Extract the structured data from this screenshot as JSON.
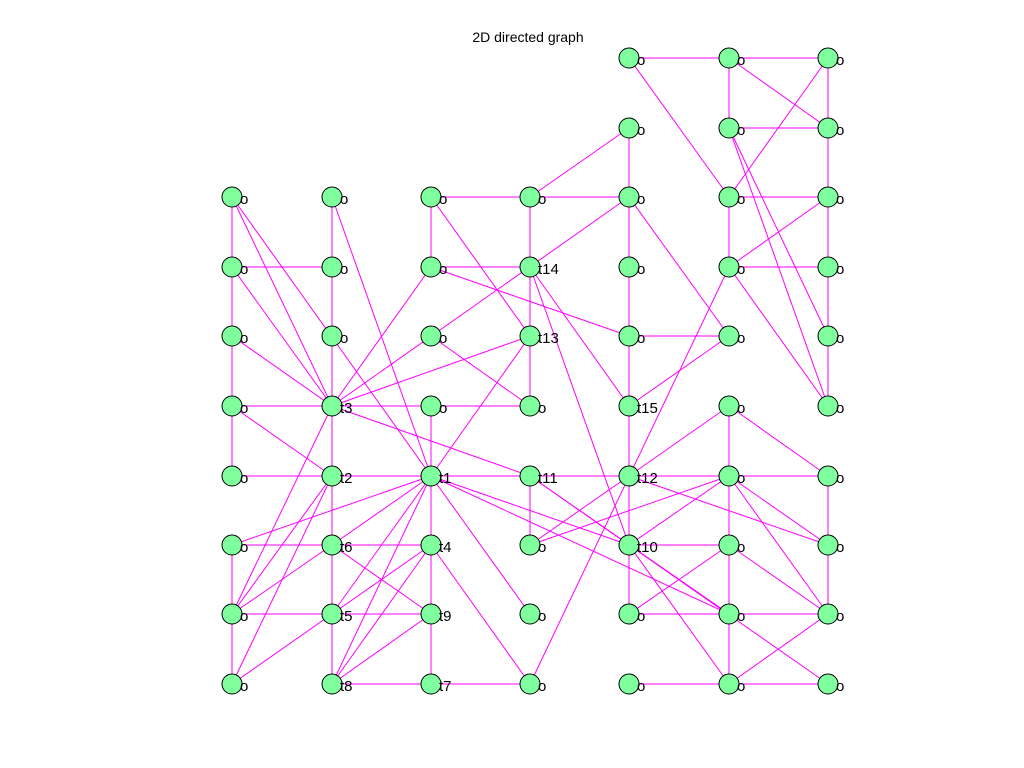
{
  "title": "2D directed graph",
  "colors": {
    "node_fill": "#80ff9f",
    "node_stroke": "#000000",
    "edge": "#ff00ff"
  },
  "nodes": [
    {
      "id": "r0c4",
      "label": "o"
    },
    {
      "id": "r0c5",
      "label": "o"
    },
    {
      "id": "r0c6",
      "label": "o"
    },
    {
      "id": "r1c4",
      "label": "o"
    },
    {
      "id": "r1c5",
      "label": "o"
    },
    {
      "id": "r1c6",
      "label": "o"
    },
    {
      "id": "r2c0",
      "label": "o"
    },
    {
      "id": "r2c1",
      "label": "o"
    },
    {
      "id": "r2c2",
      "label": "o"
    },
    {
      "id": "r2c3",
      "label": "o"
    },
    {
      "id": "r2c4",
      "label": "o"
    },
    {
      "id": "r2c5",
      "label": "o"
    },
    {
      "id": "r2c6",
      "label": "o"
    },
    {
      "id": "r3c0",
      "label": "o"
    },
    {
      "id": "r3c1",
      "label": "o"
    },
    {
      "id": "r3c2",
      "label": "o"
    },
    {
      "id": "r3c3",
      "label": "t14"
    },
    {
      "id": "r3c4",
      "label": "o"
    },
    {
      "id": "r3c5",
      "label": "o"
    },
    {
      "id": "r3c6",
      "label": "o"
    },
    {
      "id": "r4c0",
      "label": "o"
    },
    {
      "id": "r4c1",
      "label": "o"
    },
    {
      "id": "r4c2",
      "label": "o"
    },
    {
      "id": "r4c3",
      "label": "t13"
    },
    {
      "id": "r4c4",
      "label": "o"
    },
    {
      "id": "r4c5",
      "label": "o"
    },
    {
      "id": "r4c6",
      "label": "o"
    },
    {
      "id": "r5c0",
      "label": "o"
    },
    {
      "id": "r5c1",
      "label": "t3"
    },
    {
      "id": "r5c2",
      "label": "o"
    },
    {
      "id": "r5c3",
      "label": "o"
    },
    {
      "id": "r5c4",
      "label": "t15"
    },
    {
      "id": "r5c5",
      "label": "o"
    },
    {
      "id": "r5c6",
      "label": "o"
    },
    {
      "id": "r6c0",
      "label": "o"
    },
    {
      "id": "r6c1",
      "label": "t2"
    },
    {
      "id": "r6c2",
      "label": "t1"
    },
    {
      "id": "r6c3",
      "label": "t11"
    },
    {
      "id": "r6c4",
      "label": "t12"
    },
    {
      "id": "r6c5",
      "label": "o"
    },
    {
      "id": "r6c6",
      "label": "o"
    },
    {
      "id": "r7c0",
      "label": "o"
    },
    {
      "id": "r7c1",
      "label": "t6"
    },
    {
      "id": "r7c2",
      "label": "t4"
    },
    {
      "id": "r7c3",
      "label": "o"
    },
    {
      "id": "r7c4",
      "label": "t10"
    },
    {
      "id": "r7c5",
      "label": "o"
    },
    {
      "id": "r7c6",
      "label": "o"
    },
    {
      "id": "r8c0",
      "label": "o"
    },
    {
      "id": "r8c1",
      "label": "t5"
    },
    {
      "id": "r8c2",
      "label": "t9"
    },
    {
      "id": "r8c3",
      "label": "o"
    },
    {
      "id": "r8c4",
      "label": "o"
    },
    {
      "id": "r8c5",
      "label": "o"
    },
    {
      "id": "r8c6",
      "label": "o"
    },
    {
      "id": "r9c0",
      "label": "o"
    },
    {
      "id": "r9c1",
      "label": "t8"
    },
    {
      "id": "r9c2",
      "label": "t7"
    },
    {
      "id": "r9c3",
      "label": "o"
    },
    {
      "id": "r9c4",
      "label": "o"
    },
    {
      "id": "r9c5",
      "label": "o"
    },
    {
      "id": "r9c6",
      "label": "o"
    }
  ],
  "edges": [
    [
      "r2c0",
      "r3c0"
    ],
    [
      "r3c0",
      "r4c0"
    ],
    [
      "r4c0",
      "r5c0"
    ],
    [
      "r5c0",
      "r6c0"
    ],
    [
      "r7c0",
      "r8c0"
    ],
    [
      "r8c0",
      "r9c0"
    ],
    [
      "r3c0",
      "r3c1"
    ],
    [
      "r5c1",
      "r5c0"
    ],
    [
      "r5c1",
      "r5c2"
    ],
    [
      "r5c2",
      "r5c3"
    ],
    [
      "r6c0",
      "r6c1"
    ],
    [
      "r6c1",
      "r6c2"
    ],
    [
      "r6c2",
      "r6c3"
    ],
    [
      "r6c3",
      "r6c4"
    ],
    [
      "r6c4",
      "r6c5"
    ],
    [
      "r6c5",
      "r6c6"
    ],
    [
      "r7c1",
      "r7c0"
    ],
    [
      "r7c1",
      "r7c2"
    ],
    [
      "r8c0",
      "r8c1"
    ],
    [
      "r8c1",
      "r8c2"
    ],
    [
      "r9c1",
      "r9c2"
    ],
    [
      "r9c2",
      "r9c3"
    ],
    [
      "r2c2",
      "r2c3"
    ],
    [
      "r2c3",
      "r2c4"
    ],
    [
      "r0c4",
      "r0c5"
    ],
    [
      "r0c5",
      "r0c6"
    ],
    [
      "r1c6",
      "r1c5"
    ],
    [
      "r2c6",
      "r2c5"
    ],
    [
      "r3c6",
      "r3c5"
    ],
    [
      "r4c4",
      "r4c5"
    ],
    [
      "r7c4",
      "r7c5"
    ],
    [
      "r8c4",
      "r8c5"
    ],
    [
      "r8c5",
      "r8c6"
    ],
    [
      "r9c4",
      "r9c5"
    ],
    [
      "r9c5",
      "r9c6"
    ],
    [
      "r2c1",
      "r3c1"
    ],
    [
      "r3c1",
      "r4c1"
    ],
    [
      "r4c1",
      "r5c1"
    ],
    [
      "r5c1",
      "r6c1"
    ],
    [
      "r6c1",
      "r7c1"
    ],
    [
      "r7c1",
      "r8c1"
    ],
    [
      "r8c1",
      "r9c1"
    ],
    [
      "r2c2",
      "r3c2"
    ],
    [
      "r6c2",
      "r5c2"
    ],
    [
      "r6c2",
      "r7c2"
    ],
    [
      "r7c2",
      "r8c2"
    ],
    [
      "r8c2",
      "r9c2"
    ],
    [
      "r2c3",
      "r3c3"
    ],
    [
      "r3c3",
      "r4c3"
    ],
    [
      "r4c3",
      "r5c3"
    ],
    [
      "r6c3",
      "r7c3"
    ],
    [
      "r1c4",
      "r2c4"
    ],
    [
      "r2c4",
      "r3c4"
    ],
    [
      "r3c4",
      "r4c4"
    ],
    [
      "r4c4",
      "r5c4"
    ],
    [
      "r5c4",
      "r6c4"
    ],
    [
      "r6c4",
      "r7c4"
    ],
    [
      "r7c4",
      "r8c4"
    ],
    [
      "r0c5",
      "r1c5"
    ],
    [
      "r2c5",
      "r3c5"
    ],
    [
      "r5c5",
      "r6c5"
    ],
    [
      "r6c5",
      "r7c5"
    ],
    [
      "r7c5",
      "r8c5"
    ],
    [
      "r8c5",
      "r9c5"
    ],
    [
      "r0c6",
      "r1c6"
    ],
    [
      "r1c6",
      "r2c6"
    ],
    [
      "r2c6",
      "r3c6"
    ],
    [
      "r3c6",
      "r4c6"
    ],
    [
      "r4c6",
      "r5c6"
    ],
    [
      "r6c6",
      "r7c6"
    ],
    [
      "r7c6",
      "r8c6"
    ],
    [
      "r5c1",
      "r2c0"
    ],
    [
      "r3c0",
      "r5c1"
    ],
    [
      "r4c0",
      "r5c1"
    ],
    [
      "r5c0",
      "r6c1"
    ],
    [
      "r2c0",
      "r6c2"
    ],
    [
      "r2c1",
      "r6c2"
    ],
    [
      "r2c2",
      "r4c3"
    ],
    [
      "r3c2",
      "r4c4"
    ],
    [
      "r4c2",
      "r5c3"
    ],
    [
      "r5c1",
      "r4c3"
    ],
    [
      "r5c1",
      "r2c4"
    ],
    [
      "r5c1",
      "r6c3"
    ],
    [
      "r5c1",
      "r8c0"
    ],
    [
      "r6c1",
      "r9c0"
    ],
    [
      "r6c1",
      "r8c0"
    ],
    [
      "r6c2",
      "r7c0"
    ],
    [
      "r6c2",
      "r8c1"
    ],
    [
      "r6c2",
      "r9c1"
    ],
    [
      "r6c2",
      "r7c1"
    ],
    [
      "r6c2",
      "r4c3"
    ],
    [
      "r6c2",
      "r7c4"
    ],
    [
      "r6c2",
      "r8c3"
    ],
    [
      "r6c2",
      "r8c5"
    ],
    [
      "r7c1",
      "r8c0"
    ],
    [
      "r7c1",
      "r8c2"
    ],
    [
      "r7c2",
      "r8c1"
    ],
    [
      "r7c2",
      "r9c1"
    ],
    [
      "r7c2",
      "r9c3"
    ],
    [
      "r8c2",
      "r9c1"
    ],
    [
      "r8c1",
      "r9c0"
    ],
    [
      "r1c4",
      "r2c3"
    ],
    [
      "r2c4",
      "r4c5"
    ],
    [
      "r3c3",
      "r5c4"
    ],
    [
      "r3c3",
      "r7c4"
    ],
    [
      "r3c2",
      "r5c1"
    ],
    [
      "r0c4",
      "r2c5"
    ],
    [
      "r0c5",
      "r1c6"
    ],
    [
      "r2c5",
      "r0c6"
    ],
    [
      "r1c5",
      "r4c6"
    ],
    [
      "r1c5",
      "r5c6"
    ],
    [
      "r3c5",
      "r2c6"
    ],
    [
      "r3c5",
      "r5c6"
    ],
    [
      "r5c4",
      "r4c5"
    ],
    [
      "r9c3",
      "r3c5"
    ],
    [
      "r6c3",
      "r7c4"
    ],
    [
      "r6c4",
      "r7c3"
    ],
    [
      "r5c5",
      "r6c4"
    ],
    [
      "r5c5",
      "r6c6"
    ],
    [
      "r6c5",
      "r7c3"
    ],
    [
      "r6c5",
      "r7c4"
    ],
    [
      "r6c5",
      "r7c6"
    ],
    [
      "r6c5",
      "r8c6"
    ],
    [
      "r6c5",
      "r9c5"
    ],
    [
      "r6c4",
      "r7c6"
    ],
    [
      "r7c4",
      "r8c5"
    ],
    [
      "r7c4",
      "r9c5"
    ],
    [
      "r7c5",
      "r8c4"
    ],
    [
      "r7c5",
      "r8c6"
    ],
    [
      "r8c6",
      "r9c5"
    ],
    [
      "r7c4",
      "r9c6"
    ],
    [
      "r6c3",
      "r8c5"
    ],
    [
      "r3c2",
      "r3c3"
    ]
  ]
}
